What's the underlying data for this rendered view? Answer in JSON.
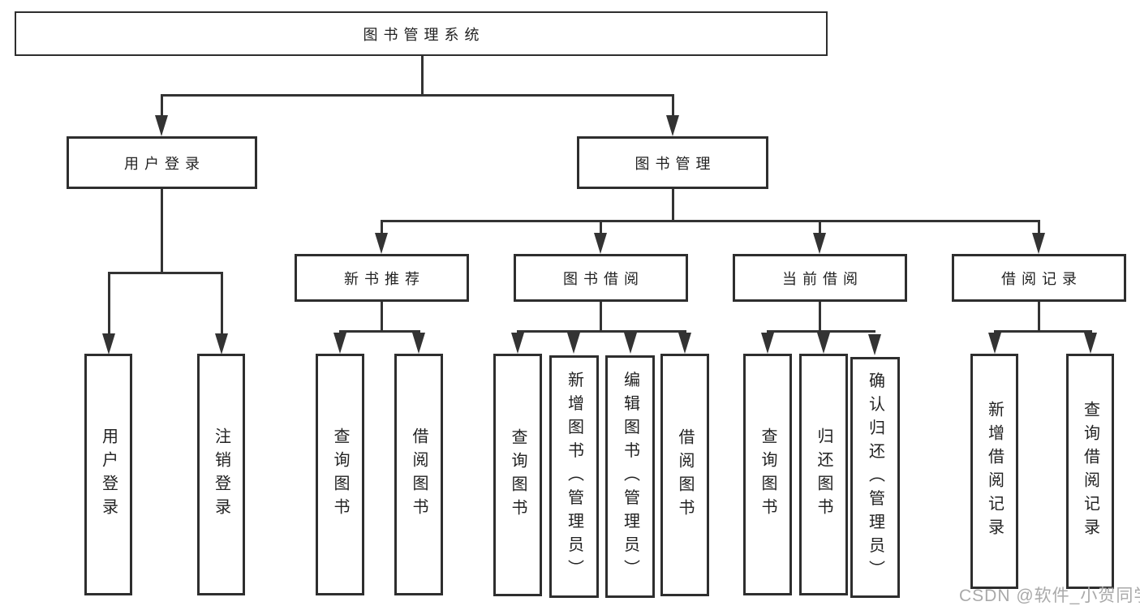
{
  "diagram": {
    "root": {
      "label": "图书管理系统"
    },
    "level2": [
      {
        "label": "用户登录",
        "children": [
          "用户登录",
          "注销登录"
        ]
      },
      {
        "label": "图书管理"
      }
    ],
    "modules": [
      {
        "label": "新书推荐",
        "children": [
          "查询图书",
          "借阅图书"
        ]
      },
      {
        "label": "图书借阅",
        "children": [
          "查询图书",
          "新增图书（管理员）",
          "编辑图书（管理员）",
          "借阅图书"
        ]
      },
      {
        "label": "当前借阅",
        "children": [
          "查询图书",
          "归还图书",
          "确认归还（管理员）"
        ]
      },
      {
        "label": "借阅记录",
        "children": [
          "新增借阅记录",
          "查询借阅记录"
        ]
      }
    ],
    "colors": {
      "line": "#333333",
      "box_border": "#2e2e2e",
      "text": "#222222",
      "background": "#ffffff"
    }
  },
  "watermark": {
    "text": "CSDN @软件_小贺同学",
    "color": "#a9a9a9"
  }
}
